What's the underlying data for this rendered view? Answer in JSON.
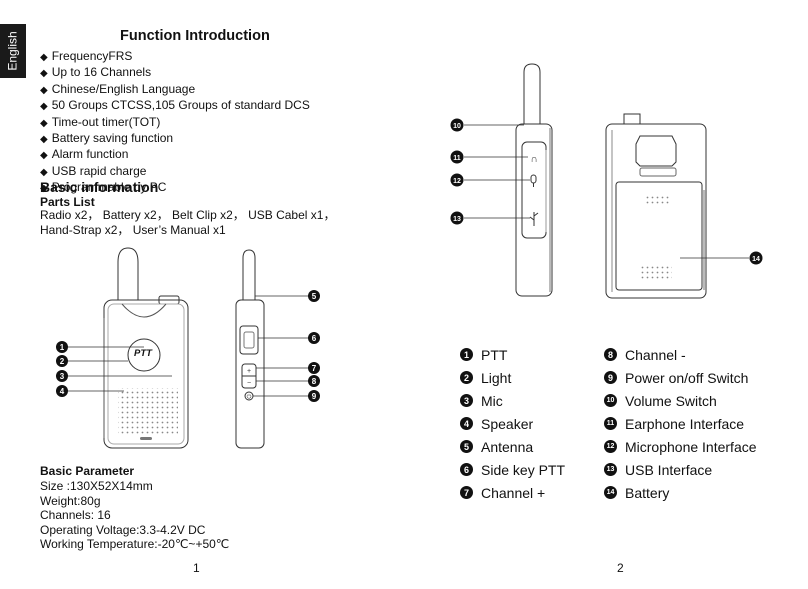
{
  "sidebar": {
    "language": "English"
  },
  "page1": {
    "title": "Function Introduction",
    "features": [
      "FrequencyFRS",
      "Up to 16 Channels",
      "Chinese/English Language",
      "50 Groups CTCSS,105 Groups of standard DCS",
      "Time-out timer(TOT)",
      "Battery saving function",
      "Alarm function",
      "USB rapid charge",
      "Programmable by PC"
    ],
    "bullet_glyph": "◆",
    "basic_info_heading": "Basic information",
    "parts_list_heading": "Parts List",
    "parts_list_text": "Radio x2， Battery x2， Belt Clip  x2， USB Cabel x1， Hand-Strap x2， User’s Manual x1",
    "radio_ptt_label": "PTT",
    "basic_param_heading": "Basic Parameter",
    "params": [
      "Size :130X52X14mm",
      "Weight:80g",
      "Channels: 16",
      "Operating Voltage:3.3-4.2V DC",
      "Working Temperature:-20℃~+50℃"
    ],
    "page_number": "1"
  },
  "page2": {
    "legend_left": [
      {
        "num": "1",
        "label": "PTT"
      },
      {
        "num": "2",
        "label": "Light"
      },
      {
        "num": "3",
        "label": "Mic"
      },
      {
        "num": "4",
        "label": "Speaker"
      },
      {
        "num": "5",
        "label": "Antenna"
      },
      {
        "num": "6",
        "label": "Side key PTT"
      },
      {
        "num": "7",
        "label": "Channel +"
      }
    ],
    "legend_right": [
      {
        "num": "8",
        "label": "Channel -"
      },
      {
        "num": "9",
        "label": "Power on/off Switch"
      },
      {
        "num": "10",
        "label": "Volume Switch"
      },
      {
        "num": "11",
        "label": "Earphone Interface"
      },
      {
        "num": "12",
        "label": "Microphone Interface"
      },
      {
        "num": "13",
        "label": "USB Interface"
      },
      {
        "num": "14",
        "label": "Battery"
      }
    ],
    "page_number": "2"
  }
}
